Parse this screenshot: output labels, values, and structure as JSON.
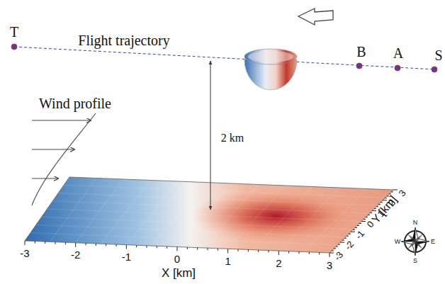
{
  "diagram": {
    "labels": [
      "T",
      "Flight trajectory",
      "B",
      "A",
      "S",
      "Wind profile",
      "2 km",
      "-3",
      "-2",
      "-1",
      "0",
      "1",
      "2",
      "3",
      "X [km]",
      "3",
      "2",
      "1",
      "0",
      "-1",
      "-2",
      "-3",
      "Y [km]",
      "N",
      "W",
      "E",
      "S"
    ]
  }
}
